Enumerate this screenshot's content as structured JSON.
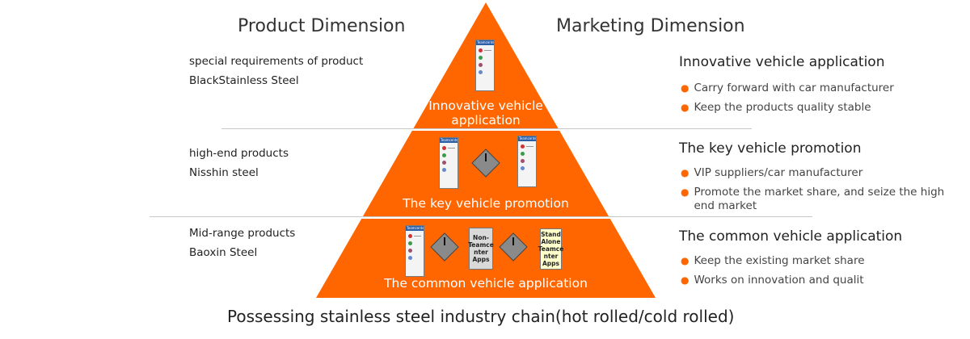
{
  "headings": {
    "product": "Product Dimension",
    "marketing": "Marketing Dimension"
  },
  "tiers": [
    {
      "label_line1": "Innovative vehicle",
      "label_line2": "application",
      "product_line1": "special requirements of product",
      "product_line2": "BlackStainless Steel",
      "marketing_title": "Innovative vehicle application",
      "bullets": [
        "Carry forward with car manufacturer",
        "Keep the products quality stable"
      ]
    },
    {
      "label": "The key vehicle promotion",
      "product_line1": "high-end products",
      "product_line2": "Nisshin steel",
      "marketing_title": "The key vehicle promotion",
      "bullets": [
        "VIP suppliers/car manufacturer",
        "Promote the market share, and seize the high end market"
      ]
    },
    {
      "label": "The common vehicle application",
      "product_line1": "Mid-range products",
      "product_line2": "Baoxin Steel",
      "marketing_title": "The common vehicle application",
      "bullets": [
        "Keep the existing market share",
        "Works on innovation and qualit"
      ]
    }
  ],
  "app_boxes": {
    "non_teamcenter": "Non-\nTeamce\nnter\nApps",
    "stand_alone": "Stand\nAlone\nTeamce\nnter\nApps",
    "card_header": "Teamcenter"
  },
  "footer": "Possessing stainless steel industry chain(hot rolled/cold rolled)",
  "colors": {
    "pyramid": "#ff6600",
    "bullet": "#ff6600",
    "divider": "#c8c8c8",
    "stand_alone_fill": "#ffffcc",
    "non_teamcenter_fill": "#d9d9d9"
  }
}
